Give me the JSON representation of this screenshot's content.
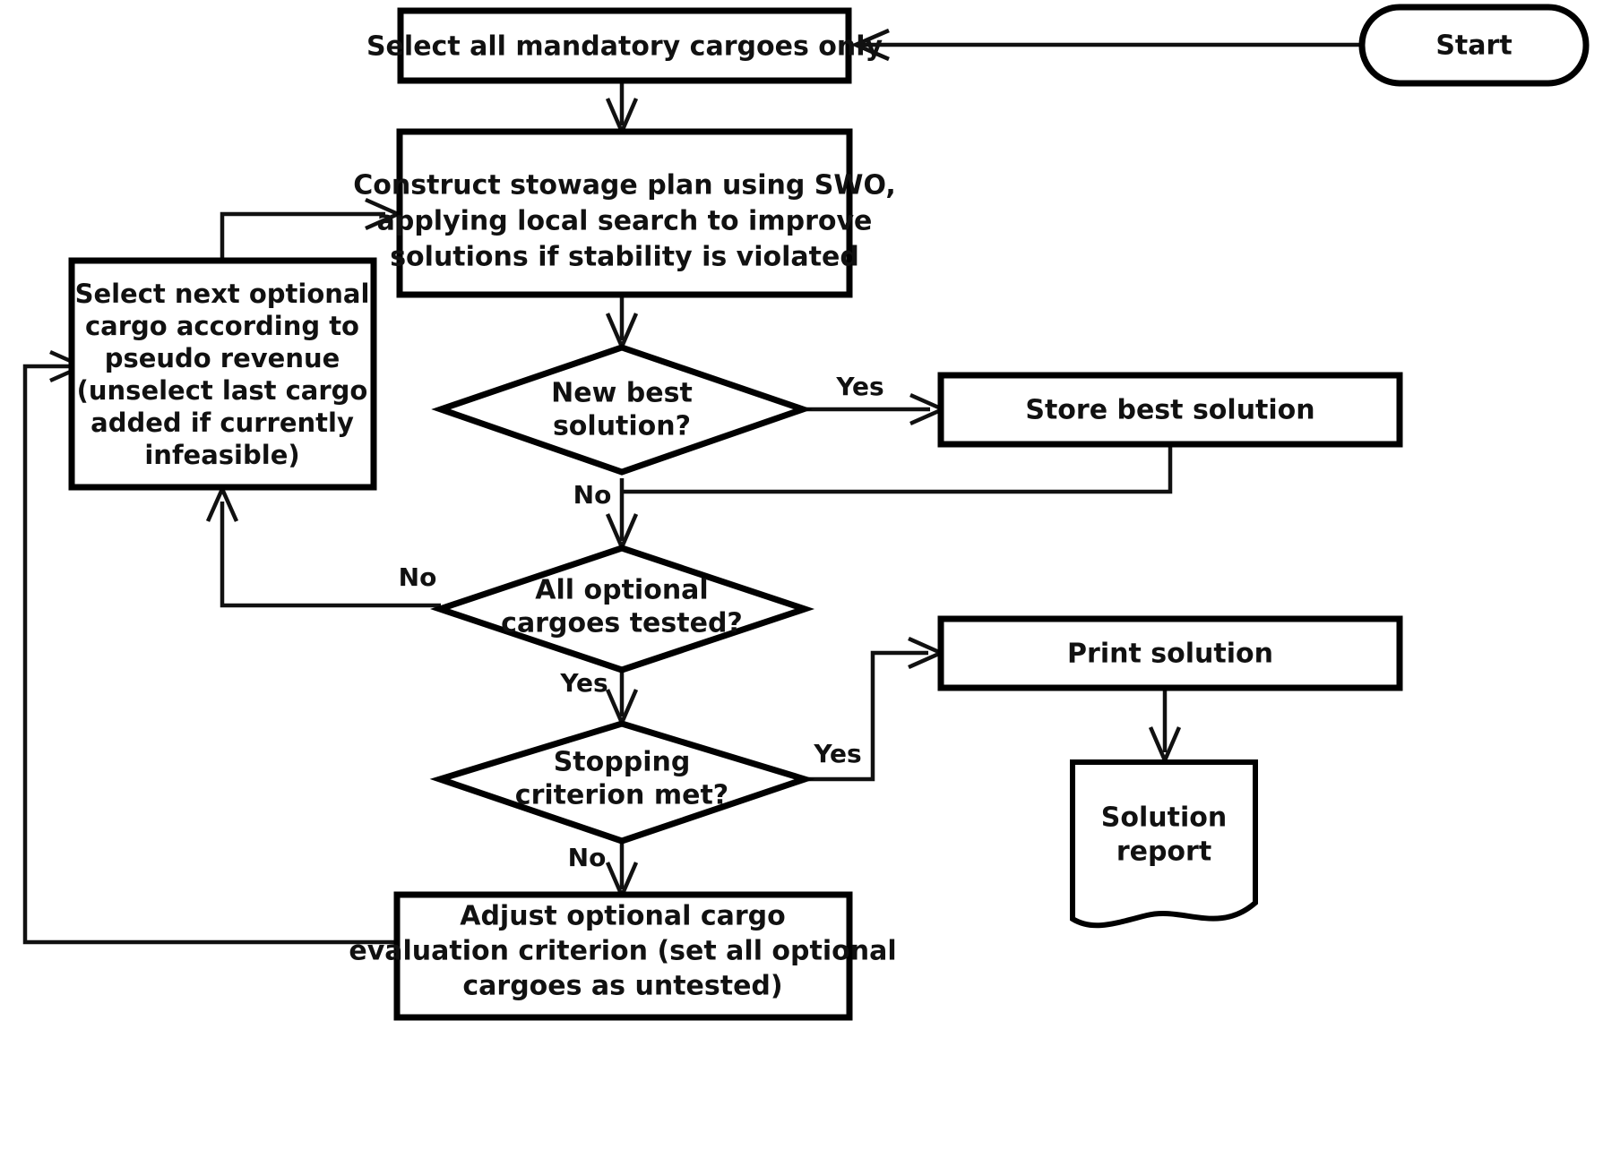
{
  "diagram": {
    "title": "Cargo stowage planning heuristic flowchart",
    "type": "flowchart",
    "colors": {
      "background": "#ffffff",
      "stroke": "#000000",
      "text": "#111111"
    },
    "nodes": [
      {
        "id": "start",
        "shape": "terminator",
        "label": "Start"
      },
      {
        "id": "select-mandatory",
        "shape": "process",
        "label": "Select all mandatory cargoes only"
      },
      {
        "id": "construct",
        "shape": "process",
        "lines": [
          "Construct stowage plan using SWO,",
          "applying local search to improve",
          "solutions if stability  is violated"
        ]
      },
      {
        "id": "select-optional",
        "shape": "process",
        "lines": [
          "Select next optional",
          "cargo according to",
          "pseudo revenue",
          "(unselect last cargo",
          "added if currently",
          "infeasible)"
        ]
      },
      {
        "id": "new-best",
        "shape": "decision",
        "lines": [
          "New best",
          "solution?"
        ]
      },
      {
        "id": "store-best",
        "shape": "process",
        "label": "Store best solution"
      },
      {
        "id": "all-tested",
        "shape": "decision",
        "lines": [
          "All optional",
          "cargoes tested?"
        ]
      },
      {
        "id": "stopping",
        "shape": "decision",
        "lines": [
          "Stopping",
          "criterion met?"
        ]
      },
      {
        "id": "print-solution",
        "shape": "process",
        "label": "Print solution"
      },
      {
        "id": "solution-report",
        "shape": "document",
        "lines": [
          "Solution",
          "report"
        ]
      },
      {
        "id": "adjust",
        "shape": "process",
        "lines": [
          "Adjust optional cargo",
          "evaluation criterion (set all optional",
          "cargoes as untested)"
        ]
      }
    ],
    "edge_labels": {
      "new_best_yes": "Yes",
      "new_best_no": "No",
      "all_tested_no": "No",
      "all_tested_yes": "Yes",
      "stopping_yes": "Yes",
      "stopping_no": "No"
    }
  }
}
